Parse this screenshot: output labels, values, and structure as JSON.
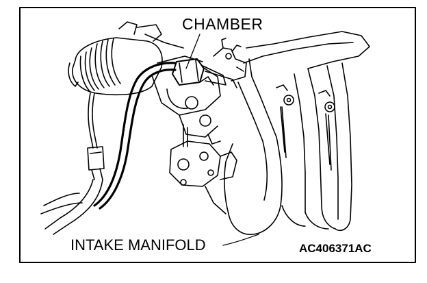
{
  "labels": {
    "chamber": "CHAMBER",
    "intake_manifold": "INTAKE MANIFOLD",
    "figure_id": "AC406371AC"
  },
  "colors": {
    "ink": "#000000",
    "paper": "#ffffff"
  }
}
